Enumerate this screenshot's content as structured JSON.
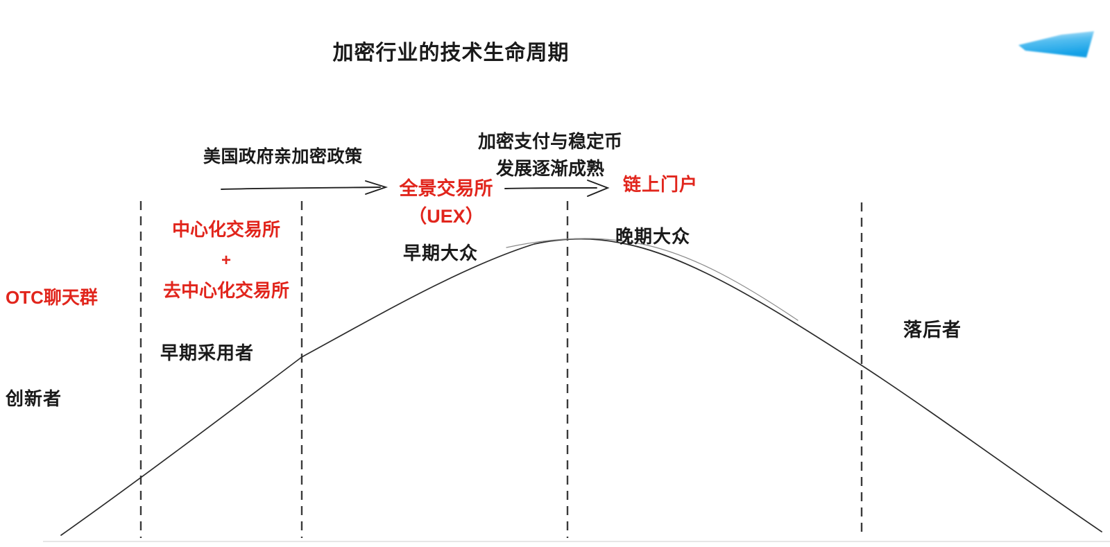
{
  "title": "加密行业的技术生命周期",
  "annotations": {
    "policy_label": "美国政府亲加密政策",
    "maturity_line1": "加密支付与稳定币",
    "maturity_line2": "发展逐渐成熟"
  },
  "products": {
    "otc": "OTC聊天群",
    "cex": "中心化交易所",
    "plus": "+",
    "dex": "去中心化交易所",
    "uex_name": "全景交易所",
    "uex_ticker": "（UEX）",
    "portal": "链上门户"
  },
  "stages": {
    "innovators": "创新者",
    "early_adopters": "早期采用者",
    "early_majority": "早期大众",
    "late_majority": "晚期大众",
    "laggards": "落后者"
  },
  "icons": {
    "logo": "blue-swoosh-logo"
  },
  "colors": {
    "highlight_red": "#e1251c",
    "text_black": "#1a1a1a",
    "curve_stroke": "#2b2b2b",
    "divider_stroke": "#3a3a3a",
    "logo_blue": "#12a0e6",
    "baseline_gray": "#d8d8d8"
  }
}
